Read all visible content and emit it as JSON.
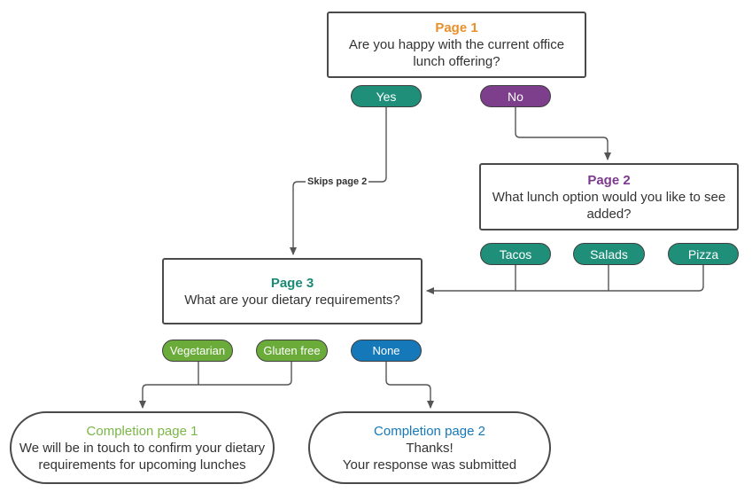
{
  "colors": {
    "page1": "#e8902a",
    "page2": "#7b3a8c",
    "page3": "#1a8a76",
    "teal_pill": "#1f8f7a",
    "purple_pill": "#7d3f8c",
    "green_pill": "#6aab3a",
    "blue_pill": "#1578b8",
    "completion1": "#7ab648",
    "completion2": "#1578b8",
    "connector": "#555555"
  },
  "page1": {
    "title": "Page 1",
    "question": "Are you happy with the current office lunch offering?"
  },
  "page2": {
    "title": "Page 2",
    "question": "What lunch option would you like to see added?"
  },
  "page3": {
    "title": "Page 3",
    "question": "What are your dietary requirements?"
  },
  "answers": {
    "yes": "Yes",
    "no": "No",
    "tacos": "Tacos",
    "salads": "Salads",
    "pizza": "Pizza",
    "vegetarian": "Vegetarian",
    "gluten_free": "Gluten free",
    "none": "None"
  },
  "edge_labels": {
    "skip": "Skips page 2"
  },
  "completion1": {
    "title": "Completion page 1",
    "line1": "We will be in touch to confirm your dietary",
    "line2": "requirements for upcoming lunches"
  },
  "completion2": {
    "title": "Completion page 2",
    "line1": "Thanks!",
    "line2": "Your response was submitted"
  }
}
